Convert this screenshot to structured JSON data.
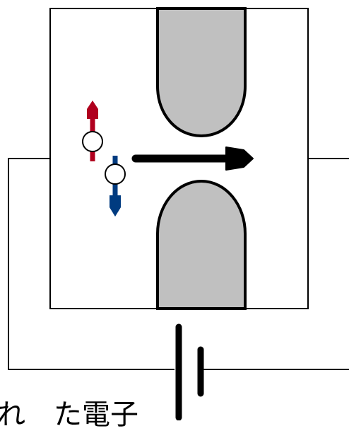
{
  "caption": "れ　た電子",
  "colors": {
    "background": "#ffffff",
    "line": "#000000",
    "electrode_fill": "#c0c0c0",
    "spin_up": "#b0001e",
    "spin_down": "#003b80",
    "electron_fill": "#ffffff"
  },
  "elements": {
    "electrodes": [
      "upper-electrode",
      "lower-electrode"
    ],
    "electrons": [
      {
        "name": "spin-up-electron",
        "spin": "up"
      },
      {
        "name": "spin-down-electron",
        "spin": "down"
      }
    ],
    "current_arrow": "flow-arrow-icon",
    "battery": "battery-icon"
  }
}
